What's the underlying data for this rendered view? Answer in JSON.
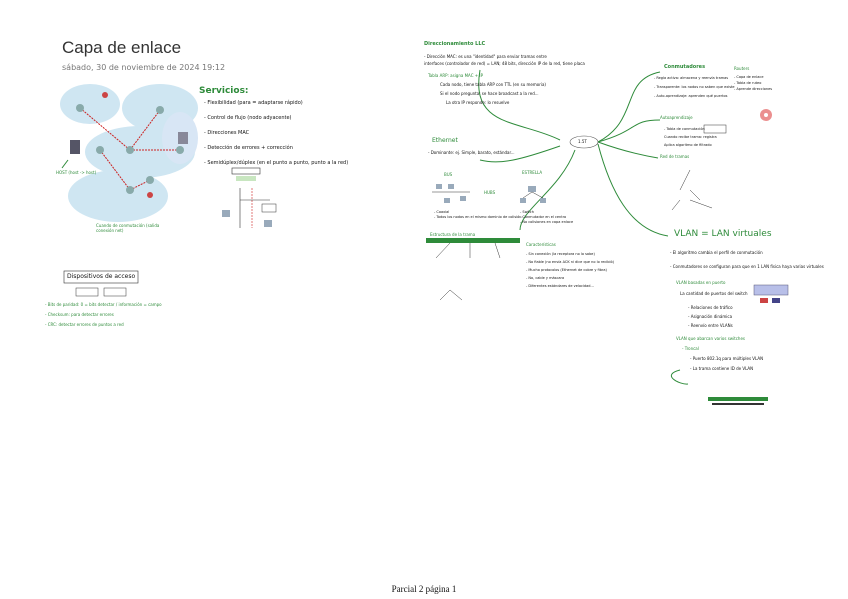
{
  "page": {
    "title": "Capa de enlace",
    "date": "sábado, 30 de noviembre de 2024",
    "time": "19:12",
    "footer": "Parcial 2 página 1"
  },
  "servicios": {
    "heading": "Servicios:",
    "items": [
      "- Flexibilidad (para = adaptarse rápido)",
      "- Control de flujo (nodo adyacente)",
      "- Direcciones MAC",
      "- Detección de errores + corrección",
      "- Semidúplex/dúplex (en el punto a punto, punto a la red)"
    ]
  },
  "diagram": {
    "badge_label": "HOST (host -> host)",
    "bottom_label": "Cuando de conmutación (salida conexión net)"
  },
  "acceso": {
    "heading": "Dispositivos de acceso",
    "items": [
      "- Bits de paridad: 0 = bits detectar / información = campo",
      "- Checksum: para detectar errores",
      "- CRC: detectar errores de puntos a red"
    ]
  },
  "direccionamiento": {
    "heading": "Direccionamiento LLC",
    "lines": [
      "- Dirección MAC: es una \"identidad\" para enviar tramas entre",
      "  interfaces (controlador de red) = LAN; 48 bits, dirección IP de la red, tiene placa",
      "Tabla ARP: asigna MAC + IP",
      "Cada nodo, tiene tabla ARP con TTL (en su memoria)",
      "Si el nodo pregunta: se hace broadcast a la red...",
      "La otra IP responde: lo resuelve"
    ],
    "ethernet": "Ethernet",
    "ethernet_desc": "- Dominante: ej. Simple, barato, estándar...",
    "center_node": "1.5T"
  },
  "bus": {
    "bus_label": "BUS",
    "estrella_label": "ESTRELLA",
    "hubs_label": "HUBS",
    "bus_items": [
      "- Coaxial",
      "- Todos los nodos en el mismo dominio de colisión"
    ],
    "estrella_items": [
      "- Switch",
      "- Conmutador en el centro",
      "- No colisiones en capa enlace"
    ]
  },
  "trama": {
    "heading": "Estructura de la trama",
    "car_heading": "Características",
    "car_items": [
      "- Sin conexión (la receptora no lo sabe)",
      "- No fiable (no envía ACK ni dice que no lo recibió)",
      "- Mucho protocolos (Ethernet de cobre y fibra)",
      "- No, cable y máscara",
      "- Diferentes estándares de velocidad..."
    ]
  },
  "conmutadores": {
    "heading": "Conmutadores",
    "items": [
      "- Regla activa: almacena y reenvía tramas",
      "- Transparente: los nodos no saben que existe",
      "- Auto-aprendizaje: aprenden qué puertos"
    ],
    "ruteo_heading": "Routers",
    "ruteo_items": [
      "- Capa de enlace",
      "- Tabla de ruteo",
      "- Aprende direcciones"
    ],
    "autoaprendizaje": "Autoaprendizaje",
    "auto_items": [
      "- Tabla de conmutación",
      "Cuando recibe trama: registra",
      "Aplica algoritmo de filtrado"
    ],
    "red_heading": "Red de tramas"
  },
  "vlan": {
    "heading": "VLAN = LAN virtuales",
    "items": [
      "- El algoritmo cambia el perfil de conmutación",
      "- Conmutadores se configuran para que en 1 LAN física haya varias virtuales",
      "VLAN basadas en puerto",
      "La cantidad de puertos del switch",
      "- Relaciones de tráfico",
      "- Asignación dinámica",
      "- Reenvío entre VLANs",
      "VLAN que abarcan varios switches",
      "- Troncal",
      "- Puerto 802.1q para múltiples VLAN",
      "- La trama contiene ID de VLAN"
    ]
  }
}
